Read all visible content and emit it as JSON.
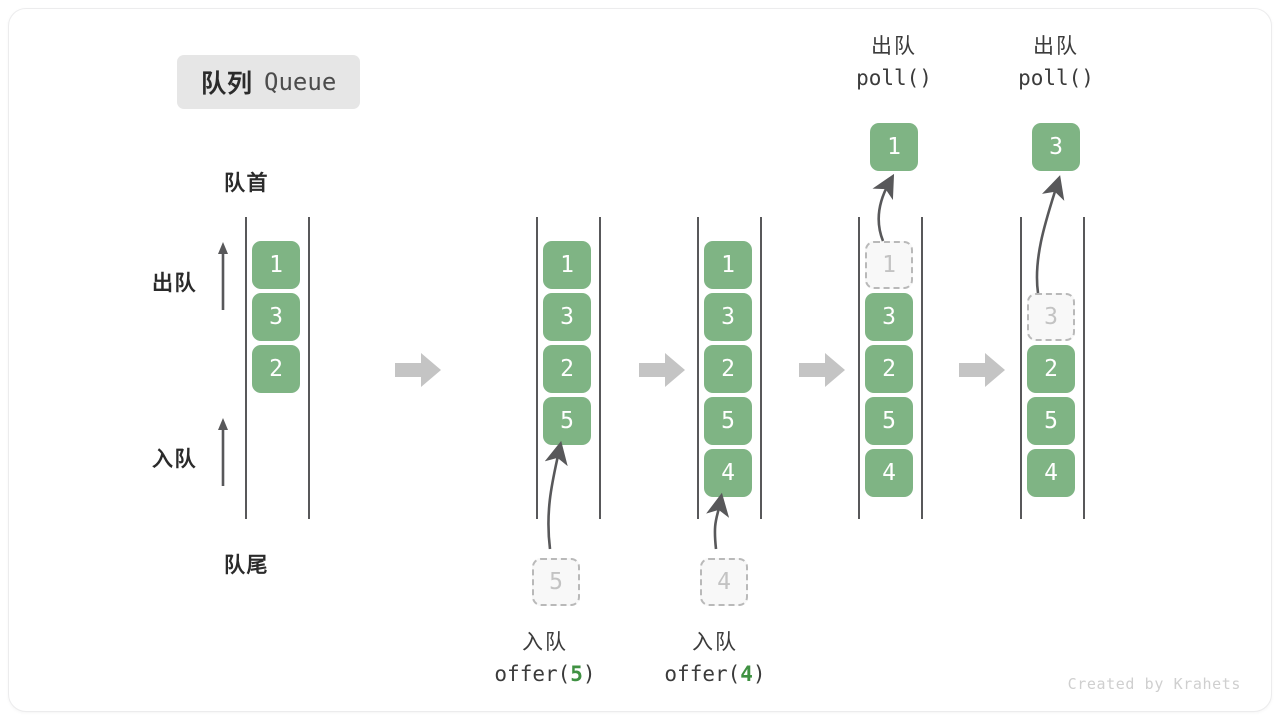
{
  "title": {
    "cn": "队列",
    "en": "Queue"
  },
  "labels": {
    "head": "队首",
    "tail": "队尾",
    "dequeue": "出队",
    "enqueue": "入队"
  },
  "watermark": "Created by Krahets",
  "colors": {
    "element_green": "#7FB484",
    "ghost_fill": "#F8F8F8",
    "ghost_border": "#B9B9B9",
    "rail": "#58585A",
    "transition_arrow": "#C4C4C4",
    "badge_bg": "#E6E6E6",
    "card_bg": "#FFFFFF",
    "text_dark": "#2B2B2B",
    "watermark": "#CFCFCF"
  },
  "stages": [
    {
      "id": "initial",
      "cells": [
        "1",
        "3",
        "2"
      ],
      "ghost": null,
      "popped": null,
      "op_line1": null,
      "op_line2": null,
      "op_number": null
    },
    {
      "id": "offer-5",
      "cells": [
        "1",
        "3",
        "2",
        "5"
      ],
      "ghost": {
        "value": "5",
        "position": "below"
      },
      "popped": null,
      "op_line1": "入队",
      "op_line2_prefix": "offer(",
      "op_number": "5",
      "op_line2_suffix": ")",
      "op_position": "bottom"
    },
    {
      "id": "offer-4",
      "cells": [
        "1",
        "3",
        "2",
        "5",
        "4"
      ],
      "ghost": {
        "value": "4",
        "position": "below"
      },
      "popped": null,
      "op_line1": "入队",
      "op_line2_prefix": "offer(",
      "op_number": "4",
      "op_line2_suffix": ")",
      "op_position": "bottom"
    },
    {
      "id": "poll-1",
      "cells": [
        "3",
        "2",
        "5",
        "4"
      ],
      "ghost": {
        "value": "1",
        "position": "slot0"
      },
      "popped": "1",
      "op_line1": "出队",
      "op_line2_prefix": "poll(",
      "op_number": "",
      "op_line2_suffix": ")",
      "op_position": "top"
    },
    {
      "id": "poll-3",
      "cells": [
        "2",
        "5",
        "4"
      ],
      "ghost": {
        "value": "3",
        "position": "slot1"
      },
      "popped": "3",
      "op_line1": "出队",
      "op_line2_prefix": "poll(",
      "op_number": "",
      "op_line2_suffix": ")",
      "op_position": "top"
    }
  ],
  "transitions": [
    {
      "from": "initial",
      "to": "offer-5"
    },
    {
      "from": "offer-5",
      "to": "offer-4"
    },
    {
      "from": "offer-4",
      "to": "poll-1"
    },
    {
      "from": "poll-1",
      "to": "poll-3"
    }
  ]
}
